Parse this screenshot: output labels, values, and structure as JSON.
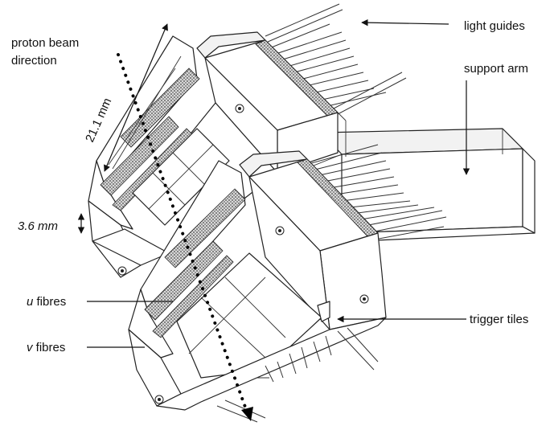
{
  "labels": {
    "proton_beam_line1": "proton beam",
    "proton_beam_line2": "direction",
    "light_guides": "light guides",
    "support_arm": "support arm",
    "length": "21.1 mm",
    "thickness": "3.6 mm",
    "u_fibres_var": "u",
    "u_fibres_rest": " fibres",
    "v_fibres_var": "v",
    "v_fibres_rest": " fibres",
    "trigger_tiles": "trigger tiles"
  }
}
